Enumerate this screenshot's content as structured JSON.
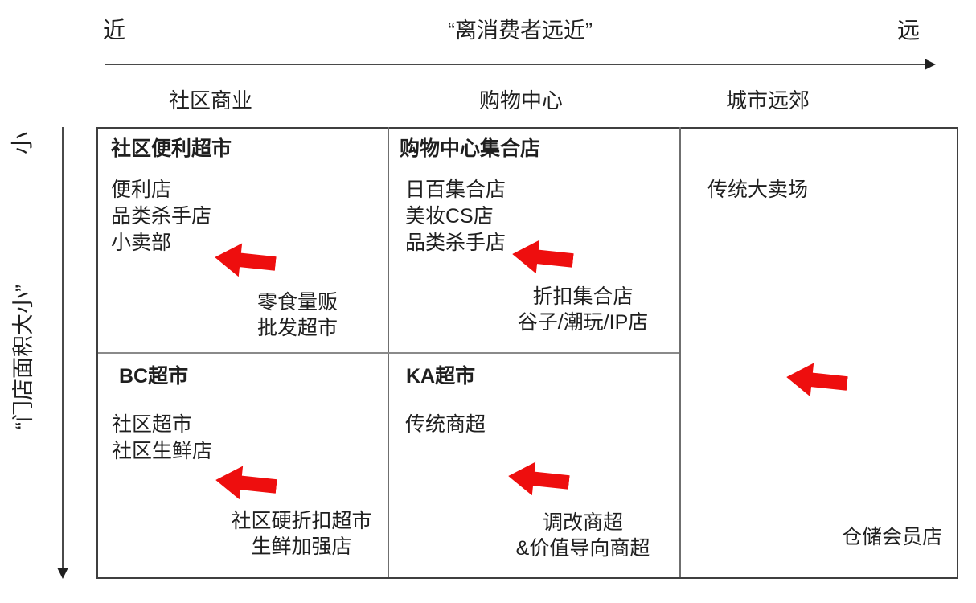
{
  "axes": {
    "horizontal": {
      "title": "“离消费者远近”",
      "near_label": "近",
      "far_label": "远"
    },
    "vertical": {
      "title": "“门店面积大小”",
      "small_label": "小"
    }
  },
  "columns": [
    {
      "label": "社区商业"
    },
    {
      "label": "购物中心"
    },
    {
      "label": "城市远郊"
    }
  ],
  "cells": {
    "top_left": {
      "header": "社区便利超市",
      "items": [
        "便利店",
        "品类杀手店",
        "小卖部"
      ],
      "targets": [
        "零食量贩",
        "批发超市"
      ]
    },
    "top_middle": {
      "header": "购物中心集合店",
      "items": [
        "日百集合店",
        "美妆CS店",
        "品类杀手店"
      ],
      "targets": [
        "折扣集合店",
        "谷子/潮玩/IP店"
      ]
    },
    "right_column": {
      "items": [
        "传统大卖场"
      ],
      "targets": [
        "仓储会员店"
      ]
    },
    "bottom_left": {
      "header": "BC超市",
      "items": [
        "社区超市",
        "社区生鲜店"
      ],
      "targets": [
        "社区硬折扣超市",
        "生鲜加强店"
      ]
    },
    "bottom_middle": {
      "header": "KA超市",
      "items": [
        "传统商超"
      ],
      "targets": [
        "调改商超",
        "&价值导向商超"
      ]
    }
  },
  "colors": {
    "arrow_red": "#ee0e0e",
    "outer_border": "#3f3f3f",
    "inner_divider": "#8a8a8a",
    "text": "#1f1f1f"
  }
}
